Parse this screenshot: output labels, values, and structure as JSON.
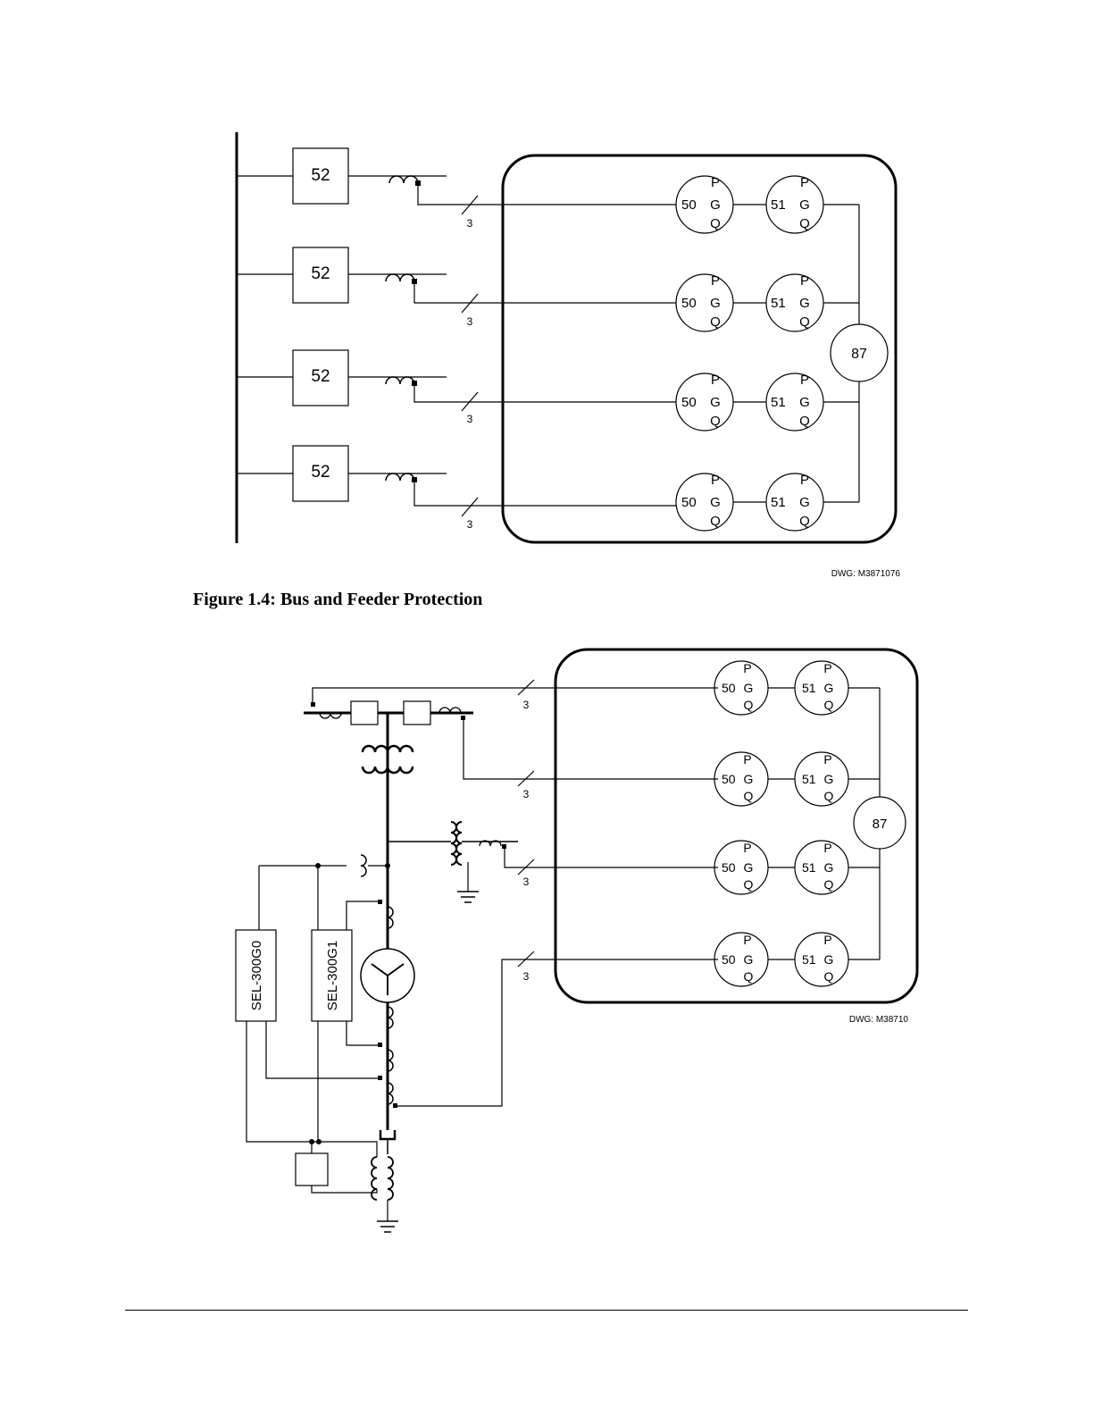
{
  "figure1": {
    "caption": "Figure 1.4:  Bus and Feeder Protection",
    "dwg": "DWG: M3871076",
    "breaker_label": "52",
    "wire_count": "3",
    "differential_label": "87",
    "relay50": {
      "num": "50",
      "p": "P",
      "g": "G",
      "q": "Q"
    },
    "relay51": {
      "num": "51",
      "p": "P",
      "g": "G",
      "q": "Q"
    }
  },
  "figure2": {
    "dwg": "DWG: M38710",
    "wire_count": "3",
    "differential_label": "87",
    "relay_box_1": "SEL-300G0",
    "relay_box_2": "SEL-300G1",
    "relay50": {
      "num": "50",
      "p": "P",
      "g": "G",
      "q": "Q"
    },
    "relay51": {
      "num": "51",
      "p": "P",
      "g": "G",
      "q": "Q"
    }
  }
}
